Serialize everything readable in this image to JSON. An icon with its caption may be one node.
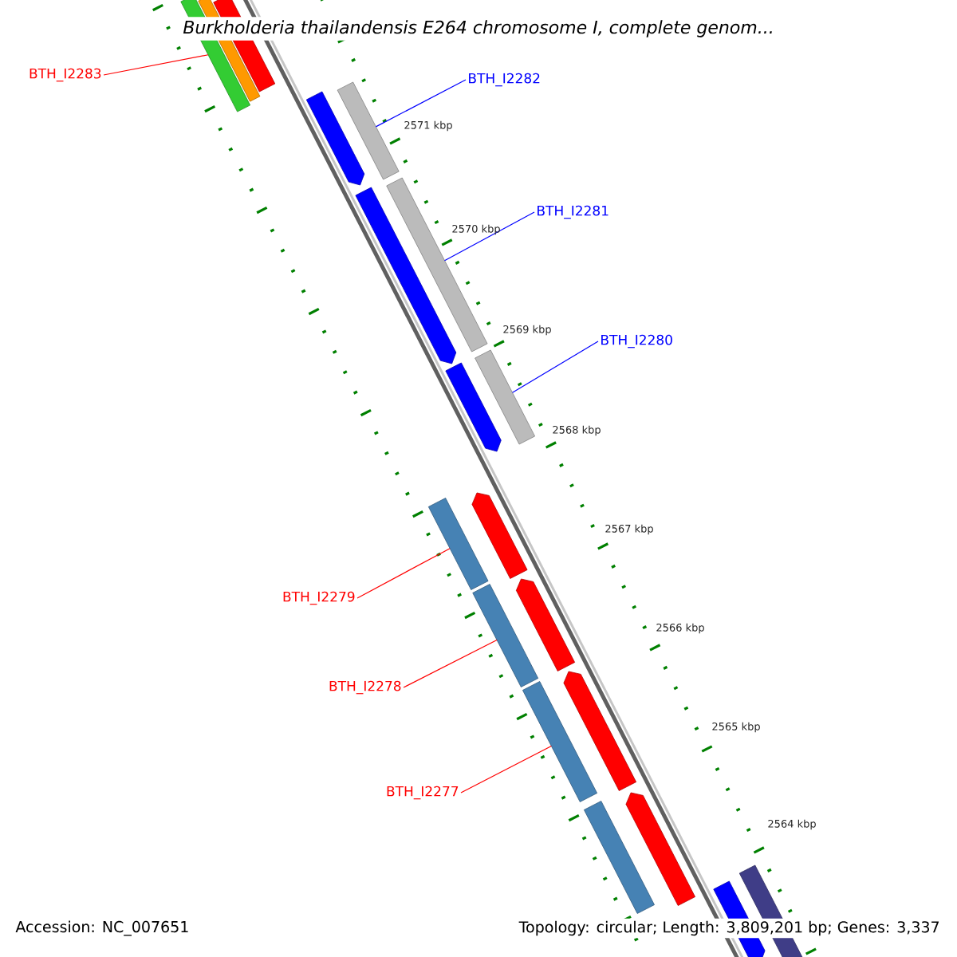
{
  "diagram": {
    "title": "Burkholderia thailandensis E264 chromosome I, complete genom...",
    "nodes": [
      {
        "text": [
          "BTH_I2283"
        ]
      },
      {
        "text": [
          "BTH_I2282"
        ]
      },
      {
        "text": [
          "BTH_I2281"
        ]
      },
      {
        "text": [
          "BTH_I2280"
        ]
      },
      {
        "text": [
          "BTH_I2279"
        ]
      },
      {
        "text": [
          "BTH_I2278"
        ]
      },
      {
        "text": [
          "BTH_I2277"
        ]
      },
      {
        "text": [],
        "shape": "bar"
      },
      {
        "text": [],
        "shape": "bar"
      },
      {
        "text": [],
        "shape": "bar"
      },
      {
        "text": [],
        "shape": "bar"
      },
      {
        "text": [],
        "shape": "bar"
      },
      {
        "text": [],
        "shape": "bar"
      },
      {
        "text": [],
        "shape": "bar"
      },
      {
        "text": [],
        "shape": "bar"
      },
      {
        "text": [],
        "shape": "bar"
      },
      {
        "text": [],
        "shape": "bar"
      },
      {
        "text": [],
        "shape": "bar"
      },
      {
        "text": [],
        "shape": "bar"
      },
      {
        "text": [],
        "shape": "bar"
      },
      {
        "text": [],
        "shape": "bar"
      },
      {
        "text": [],
        "shape": "bar"
      },
      {
        "text": [],
        "shape": "bar"
      },
      {
        "text": [],
        "shape": "bar"
      },
      {
        "text": [],
        "shape": "bar"
      },
      {
        "text": [],
        "shape": "bar"
      }
    ],
    "edges": [
      {
        "from": 0,
        "to": 7,
        "arrow": "none"
      },
      {
        "from": 1,
        "to": 10,
        "arrow": "none",
        "color": "#0000ff"
      },
      {
        "from": 2,
        "to": 12,
        "arrow": "none",
        "color": "#0000ff"
      },
      {
        "from": 3,
        "to": 14,
        "arrow": "none",
        "color": "#0000ff"
      },
      {
        "from": 4,
        "to": 17,
        "arrow": "none"
      },
      {
        "from": 5,
        "to": 19,
        "arrow": "none"
      },
      {
        "from": 6,
        "to": 21,
        "arrow": "none"
      }
    ],
    "labels": [
      "2571 kbp",
      "2570 kbp",
      "2569 kbp",
      "2568 kbp",
      "2567 kbp",
      "2566 kbp",
      "2565 kbp",
      "2564 kbp",
      "Accession: NC_007651",
      "Topology: circular; Length: 3,809,201 bp; Genes: 3,337"
    ]
  }
}
